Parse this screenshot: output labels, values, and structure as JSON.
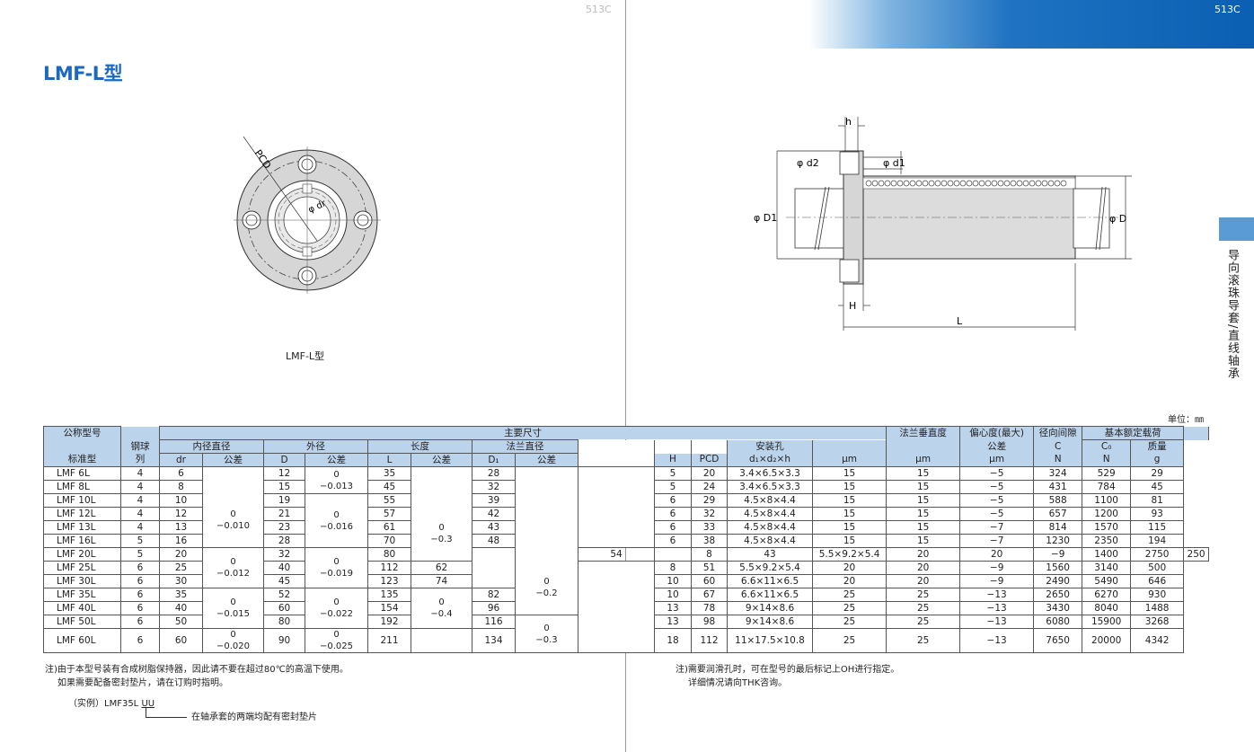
{
  "page": {
    "left_number": "513C",
    "right_number": "513C"
  },
  "title": "LMF-L型",
  "side_tab_text": "导向滚珠导套/直线轴承",
  "drawing": {
    "caption": "LMF-L型",
    "front": {
      "pcd": "PCD",
      "dr": "φ dr"
    },
    "side": {
      "h": "h",
      "d2": "φ d2",
      "d1": "φ d1",
      "D1": "φ D1",
      "D": "φ D",
      "H": "H",
      "L": "L"
    }
  },
  "unit_label": "单位：㎜",
  "table": {
    "h": {
      "nominal": "公称型号",
      "standard": "标准型",
      "ball": "钢球",
      "row": "列",
      "main_dims": "主要尺寸",
      "bore": "内径直径",
      "outer": "外径",
      "length": "长度",
      "flange": "法兰直径",
      "dr": "dr",
      "tol": "公差",
      "D": "D",
      "L": "L",
      "D1": "D₁",
      "H": "H",
      "PCD": "PCD",
      "mount": "安装孔",
      "mount_sub": "d₁×d₂×h",
      "perp": "法兰垂直度",
      "ecc": "偏心度(最大)",
      "clear": "径向间隙",
      "clear_tol": "公差",
      "load": "基本额定载荷",
      "C": "C",
      "C0": "C₀",
      "mass": "质量",
      "um1": "μm",
      "um2": "μm",
      "um3": "μm",
      "N1": "N",
      "N2": "N",
      "g": "g"
    },
    "tol": {
      "dr1": [
        "0",
        "−0.010"
      ],
      "dr2": [
        "0",
        "−0.012"
      ],
      "dr3": [
        "0",
        "−0.015"
      ],
      "dr4": [
        "0",
        "−0.020"
      ],
      "D1": [
        "0",
        "−0.013"
      ],
      "D2": [
        "0",
        "−0.016"
      ],
      "D3": [
        "0",
        "−0.019"
      ],
      "D4": [
        "0",
        "−0.022"
      ],
      "D5": [
        "0",
        "−0.025"
      ],
      "L1": [
        "0",
        "−0.3"
      ],
      "L2": [
        "0",
        "−0.4"
      ],
      "F1": [
        "0",
        "−0.2"
      ],
      "F2": [
        "0",
        "−0.3"
      ]
    },
    "rows": [
      {
        "m": "LMF 6L",
        "b": "4",
        "dr": "6",
        "D": "12",
        "L": "35",
        "D1": "28",
        "H": "5",
        "PCD": "20",
        "mh": "3.4×6.5×3.3",
        "p": "15",
        "e": "15",
        "c": "−5",
        "C": "324",
        "C0": "529",
        "g": "29"
      },
      {
        "m": "LMF 8L",
        "b": "4",
        "dr": "8",
        "D": "15",
        "L": "45",
        "D1": "32",
        "H": "5",
        "PCD": "24",
        "mh": "3.4×6.5×3.3",
        "p": "15",
        "e": "15",
        "c": "−5",
        "C": "431",
        "C0": "784",
        "g": "45"
      },
      {
        "m": "LMF 10L",
        "b": "4",
        "dr": "10",
        "D": "19",
        "L": "55",
        "D1": "39",
        "H": "6",
        "PCD": "29",
        "mh": "4.5×8×4.4",
        "p": "15",
        "e": "15",
        "c": "−5",
        "C": "588",
        "C0": "1100",
        "g": "81"
      },
      {
        "m": "LMF 12L",
        "b": "4",
        "dr": "12",
        "D": "21",
        "L": "57",
        "D1": "42",
        "H": "6",
        "PCD": "32",
        "mh": "4.5×8×4.4",
        "p": "15",
        "e": "15",
        "c": "−5",
        "C": "657",
        "C0": "1200",
        "g": "93"
      },
      {
        "m": "LMF 13L",
        "b": "4",
        "dr": "13",
        "D": "23",
        "L": "61",
        "D1": "43",
        "H": "6",
        "PCD": "33",
        "mh": "4.5×8×4.4",
        "p": "15",
        "e": "15",
        "c": "−7",
        "C": "814",
        "C0": "1570",
        "g": "115"
      },
      {
        "m": "LMF 16L",
        "b": "5",
        "dr": "16",
        "D": "28",
        "L": "70",
        "D1": "48",
        "H": "6",
        "PCD": "38",
        "mh": "4.5×8×4.4",
        "p": "15",
        "e": "15",
        "c": "−7",
        "C": "1230",
        "C0": "2350",
        "g": "194"
      },
      {
        "m": "LMF 20L",
        "b": "5",
        "dr": "20",
        "D": "32",
        "L": "80",
        "D1": "54",
        "H": "8",
        "PCD": "43",
        "mh": "5.5×9.2×5.4",
        "p": "20",
        "e": "20",
        "c": "−9",
        "C": "1400",
        "C0": "2750",
        "g": "250"
      },
      {
        "m": "LMF 25L",
        "b": "6",
        "dr": "25",
        "D": "40",
        "L": "112",
        "D1": "62",
        "H": "8",
        "PCD": "51",
        "mh": "5.5×9.2×5.4",
        "p": "20",
        "e": "20",
        "c": "−9",
        "C": "1560",
        "C0": "3140",
        "g": "500"
      },
      {
        "m": "LMF 30L",
        "b": "6",
        "dr": "30",
        "D": "45",
        "L": "123",
        "D1": "74",
        "H": "10",
        "PCD": "60",
        "mh": "6.6×11×6.5",
        "p": "20",
        "e": "20",
        "c": "−9",
        "C": "2490",
        "C0": "5490",
        "g": "646"
      },
      {
        "m": "LMF 35L",
        "b": "6",
        "dr": "35",
        "D": "52",
        "L": "135",
        "D1": "82",
        "H": "10",
        "PCD": "67",
        "mh": "6.6×11×6.5",
        "p": "25",
        "e": "25",
        "c": "−13",
        "C": "2650",
        "C0": "6270",
        "g": "930"
      },
      {
        "m": "LMF 40L",
        "b": "6",
        "dr": "40",
        "D": "60",
        "L": "154",
        "D1": "96",
        "H": "13",
        "PCD": "78",
        "mh": "9×14×8.6",
        "p": "25",
        "e": "25",
        "c": "−13",
        "C": "3430",
        "C0": "8040",
        "g": "1488"
      },
      {
        "m": "LMF 50L",
        "b": "6",
        "dr": "50",
        "D": "80",
        "L": "192",
        "D1": "116",
        "H": "13",
        "PCD": "98",
        "mh": "9×14×8.6",
        "p": "25",
        "e": "25",
        "c": "−13",
        "C": "6080",
        "C0": "15900",
        "g": "3268"
      },
      {
        "m": "LMF 60L",
        "b": "6",
        "dr": "60",
        "D": "90",
        "L": "211",
        "D1": "134",
        "H": "18",
        "PCD": "112",
        "mh": "11×17.5×10.8",
        "p": "25",
        "e": "25",
        "c": "−13",
        "C": "7650",
        "C0": "20000",
        "g": "4342"
      }
    ]
  },
  "notes": {
    "left1": "注)由于本型号装有合成树脂保持器，因此请不要在超过80℃的高温下使用。",
    "left2": "如果需要配备密封垫片，请在订购时指明。",
    "example_label": "（实例）LMF35L",
    "example_code": "UU",
    "example_desc": "在轴承套的两端均配有密封垫片",
    "right1": "注)需要润滑孔时，可在型号的最后标记上OH进行指定。",
    "right2": "详细情况请向THK咨询。"
  }
}
